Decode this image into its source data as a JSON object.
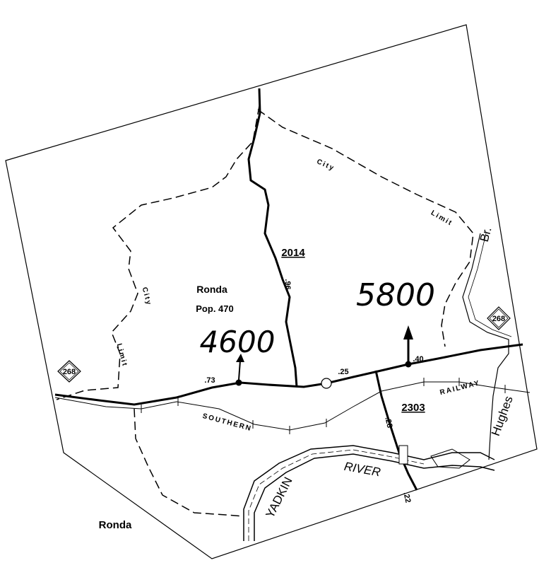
{
  "map": {
    "place_name": "Ronda",
    "population": "Pop. 470",
    "corner_label": "Ronda",
    "routes": {
      "sr_2014": "2014",
      "sr_2303": "2303",
      "us_268_west": "268",
      "us_268_east": "268"
    },
    "traffic_counts": {
      "west": "4600",
      "east": "5800"
    },
    "mileposts": {
      "mp_73": ".73",
      "mp_25": ".25",
      "mp_40": ".40",
      "mp_96": ".96",
      "mp_28": ".28",
      "mp_22": ".22"
    },
    "labels": {
      "city_top": "City",
      "limit_right": "Limit",
      "city_left": "City",
      "limit_left": "Limit",
      "railway": "RAILWAY",
      "southern": "SOUTHERN",
      "river": "RIVER",
      "yadkin": "YADKIN",
      "hughes": "Hughes",
      "br": "Br."
    }
  }
}
